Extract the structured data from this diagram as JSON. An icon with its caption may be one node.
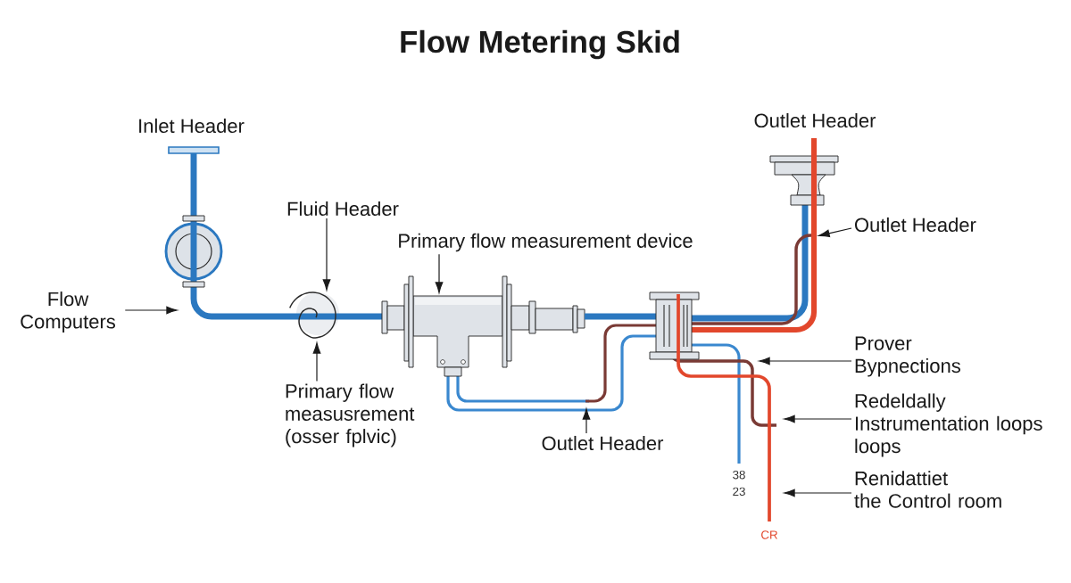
{
  "diagram": {
    "title": "Flow Metering Skid",
    "nodes": [
      {
        "text": [
          "Flow Computers"
        ]
      },
      {
        "text": [
          "Fluid Header"
        ]
      },
      {
        "text": [
          "Primary flow measusrement (osser fplvic)"
        ]
      },
      {
        "text": [
          "Primary flow measurement device"
        ]
      },
      {
        "text": [
          "Outlet Header"
        ]
      },
      {
        "text": [
          "Outlet Header"
        ]
      },
      {
        "text": [
          "Prover Bypnections"
        ]
      },
      {
        "text": [
          "Redeldally Instrumentation loops loops"
        ]
      },
      {
        "text": [
          "Renidattiet the Control room"
        ]
      }
    ],
    "edges": [
      {
        "from": 0,
        "to": null,
        "arrow": "to"
      },
      {
        "from": 1,
        "to": null,
        "arrow": "to"
      },
      {
        "from": 2,
        "to": null,
        "arrow": "to"
      },
      {
        "from": 3,
        "to": null,
        "arrow": "to"
      },
      {
        "from": 4,
        "to": null,
        "arrow": "to"
      },
      {
        "from": 5,
        "to": null,
        "arrow": "to"
      },
      {
        "from": 6,
        "to": null,
        "arrow": "to"
      },
      {
        "from": 7,
        "to": null,
        "arrow": "to"
      },
      {
        "from": 8,
        "to": null,
        "arrow": "to"
      }
    ],
    "labels": [
      "Inlet Header",
      "Outlet Header",
      "38 23",
      "CR"
    ]
  }
}
